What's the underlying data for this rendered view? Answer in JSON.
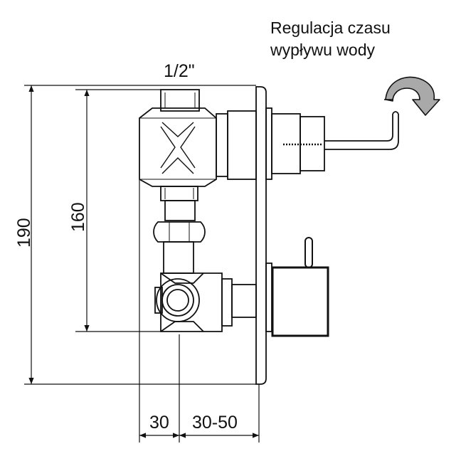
{
  "note": {
    "line1": "Regulacja czasu",
    "line2": "wypływu wody"
  },
  "dimensions": {
    "thread": "1/2\"",
    "total_height": "190",
    "axis_height": "160",
    "depth_body": "30",
    "depth_wall": "30-50"
  },
  "icons": {
    "rotation_arrow": "rotate-arrow-icon"
  },
  "colors": {
    "line": "#111111",
    "arrow_fill": "#a9a9a9"
  }
}
